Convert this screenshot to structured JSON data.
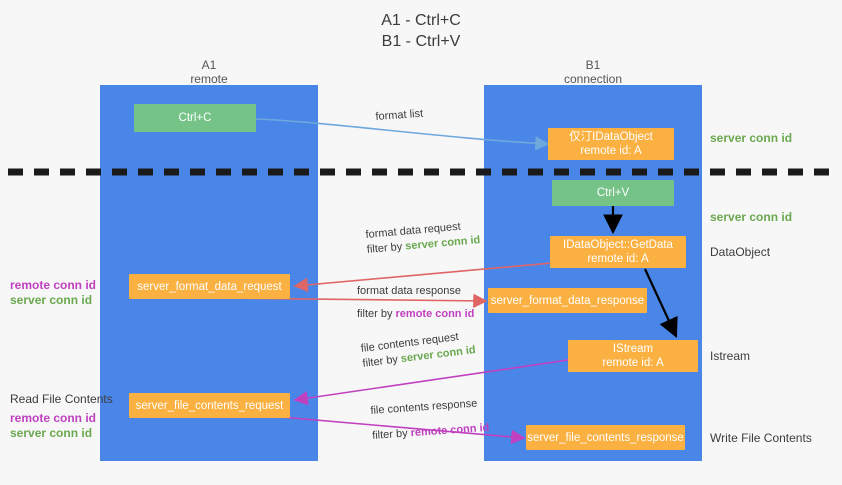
{
  "title": "A1 - Ctrl+C\nB1 - Ctrl+V",
  "lanes": [
    {
      "name": "lane-a",
      "title": "A1\nremote"
    },
    {
      "name": "lane-b",
      "title": "B1\nconnection"
    }
  ],
  "boxes": {
    "ctrl_c": {
      "line1": "Ctrl+C",
      "line2": "",
      "color": "#76c388"
    },
    "data_object_remote": {
      "line1": "仅汀IDataObject",
      "line2": "remote id: A",
      "color": "#fbb042"
    },
    "ctrl_v": {
      "line1": "Ctrl+V",
      "line2": "",
      "color": "#76c388"
    },
    "getdata": {
      "line1": "IDataObject::GetData",
      "line2": "remote id: A",
      "color": "#fbb042"
    },
    "fmt_req": {
      "line1": "server_format_data_request",
      "line2": "",
      "color": "#fbb042"
    },
    "fmt_resp": {
      "line1": "server_format_data_response",
      "line2": "",
      "color": "#fbb042"
    },
    "istream": {
      "line1": "IStream",
      "line2": "remote id: A",
      "color": "#fbb042"
    },
    "file_req": {
      "line1": "server_file_contents_request",
      "line2": "",
      "color": "#fbb042"
    },
    "file_resp": {
      "line1": "server_file_contents_response",
      "line2": "",
      "color": "#fbb042"
    }
  },
  "side_labels": {
    "server_conn_id_1": "server conn id",
    "server_conn_id_2": "server conn id",
    "data_object": "DataObject",
    "istream": "Istream",
    "write_file_contents": "Write File Contents",
    "read_file_contents": "Read File Contents",
    "left_remote_1": "remote conn id",
    "left_server_1": "server conn id",
    "left_remote_2": "remote conn id",
    "left_server_2": "server conn id"
  },
  "edge_labels": {
    "format_list": "format list",
    "format_data_request": "format data request",
    "format_data_request_filter_prefix": "filter by ",
    "format_data_request_filter_value": "server conn id",
    "format_data_response": "format data response",
    "format_data_response_filter_prefix": "filter by ",
    "format_data_response_filter_value": "remote conn id",
    "file_contents_request": "file contents request",
    "file_contents_request_filter_prefix": "filter by ",
    "file_contents_request_filter_value": "server conn id",
    "file_contents_response": "file contents response",
    "file_contents_response_filter_prefix": "filter by ",
    "file_contents_response_filter_value": "remote conn id"
  },
  "colors": {
    "lane": "#4a86e8",
    "green_box": "#76c388",
    "orange_box": "#fbb042",
    "green_text": "#6aa84f",
    "purple_text": "#c040c0",
    "arrow_blue": "#6fa8dc",
    "arrow_red": "#e06666",
    "arrow_purple": "#c040c0",
    "arrow_black": "#000000",
    "divider": "#1a1a1a",
    "background": "#f7f7f7"
  }
}
